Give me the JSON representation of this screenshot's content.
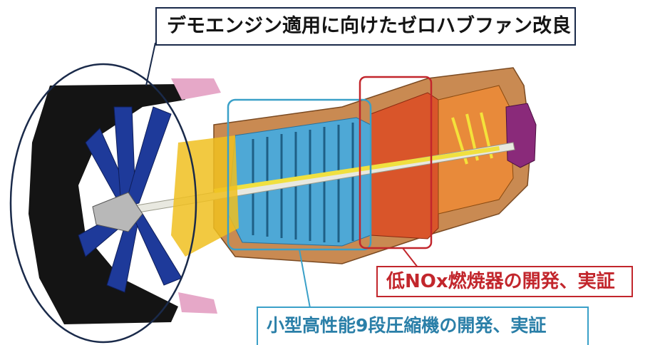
{
  "callouts": {
    "fan": "デモエンジン適用に向けたゼロハブファン改良",
    "combustor": "低NOx燃焼器の開発、実証",
    "compressor": "小型高性能9段圧縮機の開発、実証"
  },
  "colors": {
    "fan_outline": "#1a2a4a",
    "combustor_outline": "#c2262c",
    "compressor_outline": "#3aa0c8"
  }
}
